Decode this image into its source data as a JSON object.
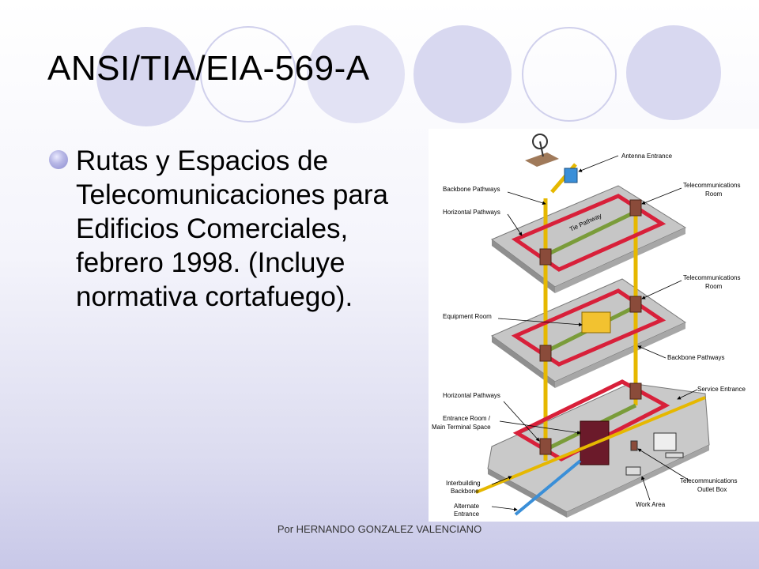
{
  "slide": {
    "title": "ANSI/TIA/EIA-569-A",
    "bullet": "Rutas y Espacios de Telecomunicaciones para Edificios Comerciales, febrero 1998. (Incluye normativa cortafuego).",
    "footer": "Por HERNANDO GONZALEZ VALENCIANO"
  },
  "diagram": {
    "labels": {
      "antenna_entrance": "Antenna Entrance",
      "backbone_pathways_top": "Backbone Pathways",
      "horizontal_pathways_top": "Horizontal Pathways",
      "telecom_room_1_line1": "Telecommunications",
      "telecom_room_1_line2": "Room",
      "tie_pathway": "Tie Pathway",
      "telecom_room_2_line1": "Telecommunications",
      "telecom_room_2_line2": "Room",
      "equipment_room": "Equipment Room",
      "backbone_pathways_mid": "Backbone Pathways",
      "horizontal_pathways_low": "Horizontal Pathways",
      "service_entrance": "Service Entrance",
      "entrance_room_line1": "Entrance Room /",
      "entrance_room_line2": "Main Terminal Space",
      "interbuilding_line1": "Interbuilding",
      "interbuilding_line2": "Backbone",
      "alternate_line1": "Alternate",
      "alternate_line2": "Entrance",
      "outlet_box_line1": "Telecommunications",
      "outlet_box_line2": "Outlet Box",
      "work_area": "Work Area"
    }
  },
  "colors": {
    "bullet": "#9b9bd6",
    "circle_fill": "#d8d8f0",
    "circle_stroke": "#c4c4e6",
    "horizontal_pathway": "#d8203a",
    "backbone": "#e6b800",
    "tie_pathway": "#7a9c3a",
    "floor": "#bdbdbd"
  }
}
